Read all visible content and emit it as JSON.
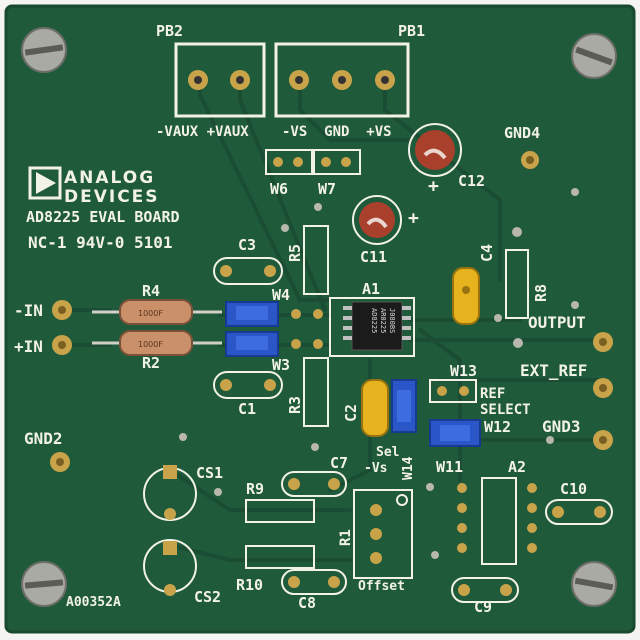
{
  "colors": {
    "board": "#1f5a3a",
    "board_edge": "#174a2f",
    "silk": "#f2f2e6",
    "pad": "#c9a34a",
    "trace": "#1a4d33",
    "jumper": "#2a56c8",
    "cap_yellow": "#e6b21e",
    "cap_red": "#a8402c",
    "resistor_body": "#c9906a",
    "screw": "#a9aaa4"
  },
  "logo": {
    "line1": "ANALOG",
    "line2": "DEVICES"
  },
  "board_labels": {
    "title": "AD8225 EVAL BOARD",
    "rating": "NC-1 94V-0 5101",
    "part_no": "A00352A"
  },
  "connectors": {
    "pb2": "PB2",
    "pb1": "PB1",
    "pb2_pins": "-VAUX +VAUX",
    "pb1_pins": "-VS  GND  +VS"
  },
  "labels": {
    "gnd4": "GND4",
    "gnd2": "GND2",
    "gnd3": "GND3",
    "w6": "W6",
    "w7": "W7",
    "w4": "W4",
    "w3": "W3",
    "w13": "W13",
    "w12": "W12",
    "w11": "W11",
    "w14": "W14",
    "c12": "C12",
    "c11": "C11",
    "c4": "C4",
    "c3": "C3",
    "c1": "C1",
    "c2": "C2",
    "c7": "C7",
    "c8": "C8",
    "c9": "C9",
    "c10": "C10",
    "cs1": "CS1",
    "cs2": "CS2",
    "r1": "R1",
    "r2": "R2",
    "r3": "R3",
    "r4": "R4",
    "r5": "R5",
    "r8": "R8",
    "r9": "R9",
    "r10": "R10",
    "a1": "A1",
    "a2": "A2",
    "in_neg": "-IN",
    "in_pos": "+IN",
    "output": "OUTPUT",
    "ext_ref": "EXT_REF",
    "ref": "REF",
    "select": "SELECT",
    "sel_vs": "Sel",
    "sel_vs2": "-Vs",
    "offset": "Offset",
    "plus_c12": "+",
    "plus_c11": "+"
  },
  "chip_marking": {
    "line1": "AD8225",
    "line2": "AR0225",
    "line3": "J080BS"
  },
  "resistor_marking": "1000F",
  "icons": [
    "mounting-screw-icon",
    "test-point-icon",
    "analog-devices-logo-icon"
  ]
}
